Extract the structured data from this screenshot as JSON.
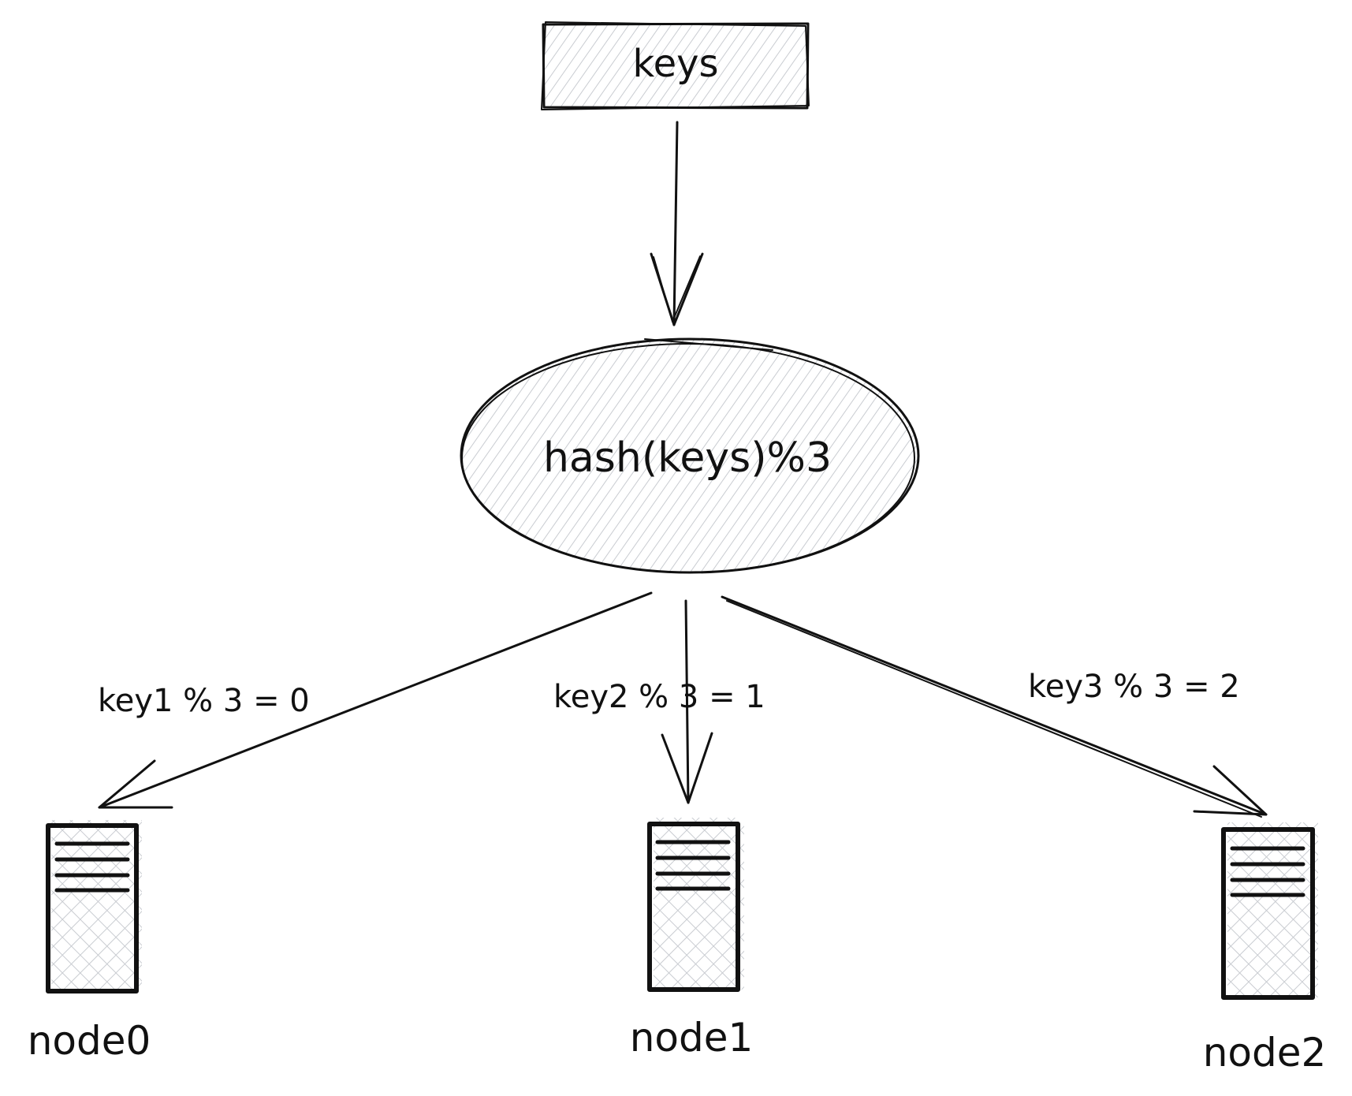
{
  "diagram": {
    "source_label": "keys",
    "function_label": "hash(keys)%3",
    "edges": [
      {
        "label": "key1 % 3 = 0"
      },
      {
        "label": "key2 % 3 = 1"
      },
      {
        "label": "key3 % 3 = 2"
      }
    ],
    "nodes": [
      {
        "label": "node0"
      },
      {
        "label": "node1"
      },
      {
        "label": "node2"
      }
    ]
  },
  "colors": {
    "stroke": "#111111",
    "hatch": "#c9ccd1",
    "background": "#ffffff"
  },
  "icons": {
    "server": "server-icon"
  }
}
